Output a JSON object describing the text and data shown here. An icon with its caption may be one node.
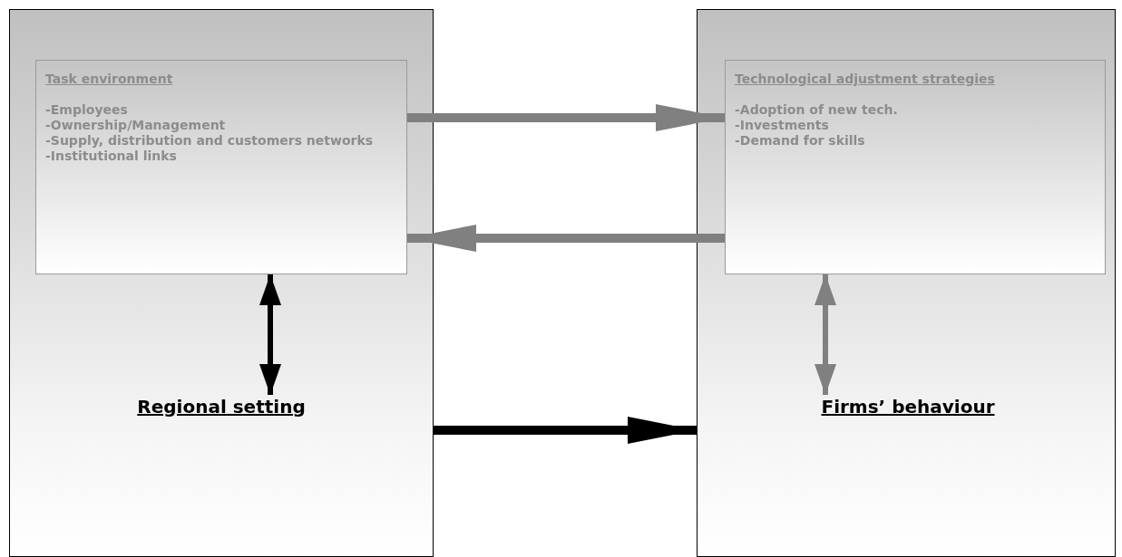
{
  "diagram": {
    "nodes": [
      {
        "text": [],
        "shape": "box"
      },
      {
        "text": [
          "Task environment",
          "-Employees",
          "-Ownership/Management",
          "-Supply, distribution and customers networks",
          "-Institutional links"
        ],
        "in": 0
      },
      {
        "text": [
          "Regional setting"
        ],
        "in": 0
      },
      {
        "text": [],
        "shape": "box"
      },
      {
        "text": [
          "Technological adjustment strategies",
          "-Adoption of new tech.",
          "-Investments",
          "-Demand for skills"
        ],
        "in": 3
      },
      {
        "text": [
          "Firms’ behaviour"
        ],
        "in": 3
      }
    ],
    "edges": [
      {
        "from": 1,
        "to": 4,
        "arrow": "to"
      },
      {
        "from": 4,
        "to": 1,
        "arrow": "to"
      },
      {
        "from": 1,
        "to": 2,
        "arrow": "both",
        "color": "#000000"
      },
      {
        "from": 4,
        "to": 5,
        "arrow": "both"
      },
      {
        "from": 0,
        "to": 3,
        "arrow": "to",
        "color": "#000000"
      }
    ]
  }
}
